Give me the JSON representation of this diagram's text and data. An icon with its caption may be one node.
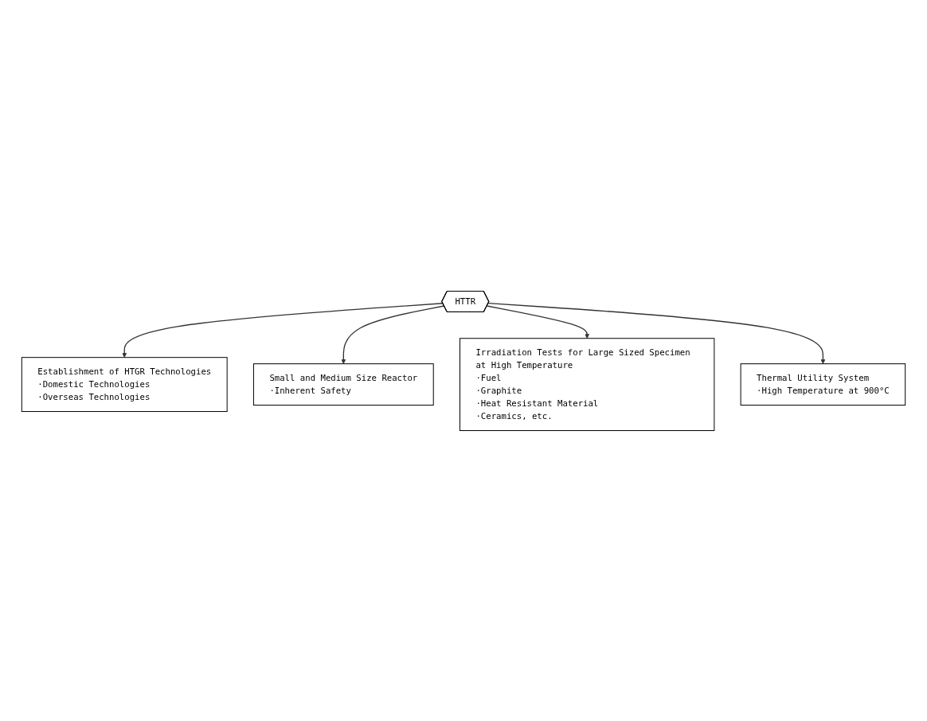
{
  "diagram": {
    "nodes": [
      {
        "text": [
          "HTTR"
        ]
      },
      {
        "text": [
          "Establishment of HTGR Technologies",
          "·Domestic Technologies",
          "·Overseas Technologies"
        ]
      },
      {
        "text": [
          "Small and Medium Size Reactor",
          "·Inherent Safety"
        ]
      },
      {
        "text": [
          "Irradiation Tests for Large Sized Specimen at High Temperature",
          "·Fuel",
          "·Graphite",
          "·Heat Resistant Material",
          "·Ceramics, etc."
        ]
      },
      {
        "text": [
          "Thermal Utility System",
          "·High Temperature at 900°C"
        ]
      }
    ],
    "edges": [
      {
        "from": 0,
        "to": 1,
        "arrow": "to"
      },
      {
        "from": 0,
        "to": 2,
        "arrow": "to"
      },
      {
        "from": 0,
        "to": 3,
        "arrow": "to"
      },
      {
        "from": 0,
        "to": 4,
        "arrow": "to"
      }
    ]
  }
}
